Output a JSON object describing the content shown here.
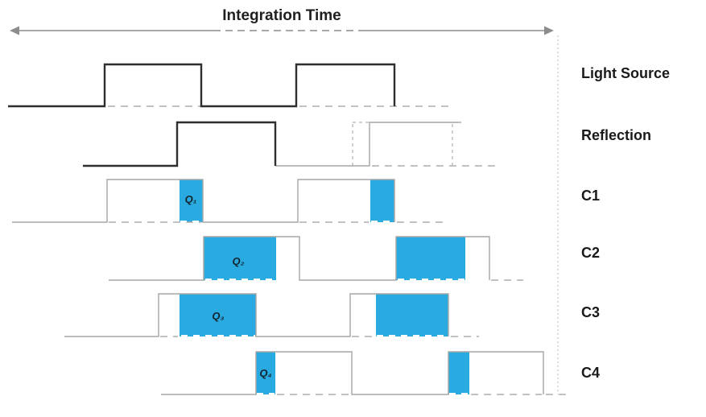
{
  "title": "Integration Time",
  "colors": {
    "accent_blue": "#29abe2",
    "waveform_black": "#2e2e2e",
    "waveform_gray": "#a6a6a6",
    "arrow_gray": "#8c8c8c",
    "label_text": "#1a1a1a"
  },
  "rows": [
    {
      "label": "Light Source"
    },
    {
      "label": "Reflection"
    },
    {
      "label": "C1",
      "charge": "Q₁"
    },
    {
      "label": "C2",
      "charge": "Q₂"
    },
    {
      "label": "C3",
      "charge": "Q₃"
    },
    {
      "label": "C4",
      "charge": "Q₄"
    }
  ]
}
